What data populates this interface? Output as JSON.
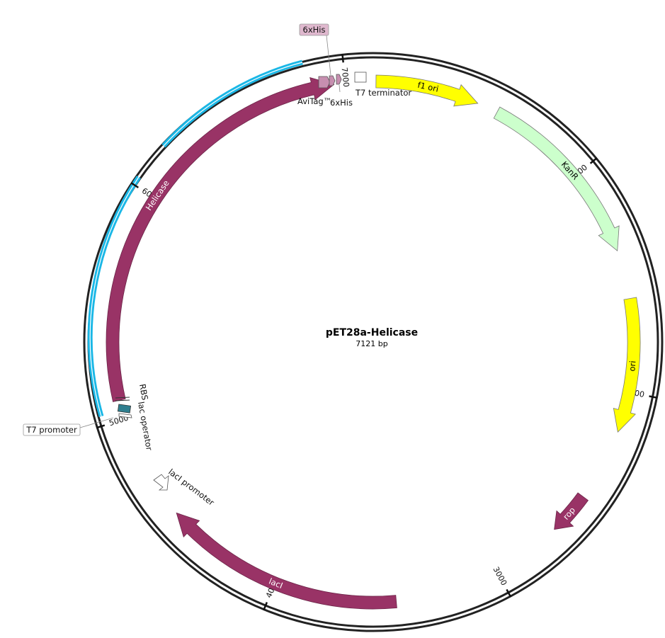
{
  "plasmid": {
    "name": "pET28a-Helicase",
    "length_label": "7121 bp",
    "length": 7121
  },
  "ticks": [
    {
      "bp": 1000,
      "label": "1000"
    },
    {
      "bp": 2000,
      "label": "2000"
    },
    {
      "bp": 3000,
      "label": "3000"
    },
    {
      "bp": 4000,
      "label": "4000"
    },
    {
      "bp": 5000,
      "label": "5000"
    },
    {
      "bp": 6000,
      "label": "6000"
    },
    {
      "bp": 7000,
      "label": "7000"
    }
  ],
  "features": [
    {
      "id": "f1-ori",
      "label": "f1 ori",
      "start": 12,
      "end": 468,
      "color": "#ffff00",
      "text_color": "#000000"
    },
    {
      "id": "kanr",
      "label": "KanR",
      "start": 560,
      "end": 1375,
      "color": "#ccffcc",
      "text_color": "#000000"
    },
    {
      "id": "ori",
      "label": "ori",
      "start": 1590,
      "end": 2180,
      "color": "#ffff00",
      "text_color": "#000000"
    },
    {
      "id": "rop",
      "label": "rop",
      "start": 2500,
      "end": 2690,
      "color": "#993366",
      "text_color": "#ffffff"
    },
    {
      "id": "laci",
      "label": "lacI",
      "start": 3460,
      "end": 4530,
      "color": "#993366",
      "text_color": "#ffffff"
    },
    {
      "id": "helicase",
      "label": "Helicase",
      "start": 5085,
      "end": 6950,
      "color": "#993366",
      "text_color": "#ffffff"
    }
  ],
  "small_features": [
    {
      "id": "avitag",
      "label": "AviTag™"
    },
    {
      "id": "6xhis-inner",
      "label": "6xHis"
    },
    {
      "id": "6xhis-callout",
      "label": "6xHis"
    },
    {
      "id": "t7-terminator",
      "label": "T7 terminator"
    },
    {
      "id": "rbs",
      "label": "RBS"
    },
    {
      "id": "lac-operator",
      "label": "lac operator"
    },
    {
      "id": "t7-promoter",
      "label": "T7 promoter"
    },
    {
      "id": "laci-promoter",
      "label": "lacI promoter"
    }
  ],
  "colors": {
    "backbone": "#222222",
    "insert_highlight": "#1ab7e6",
    "cds": "#993366",
    "ori": "#ffff00",
    "kanr": "#ccffcc",
    "tag": "#c78fb0",
    "operator": "#2f7f8f"
  }
}
